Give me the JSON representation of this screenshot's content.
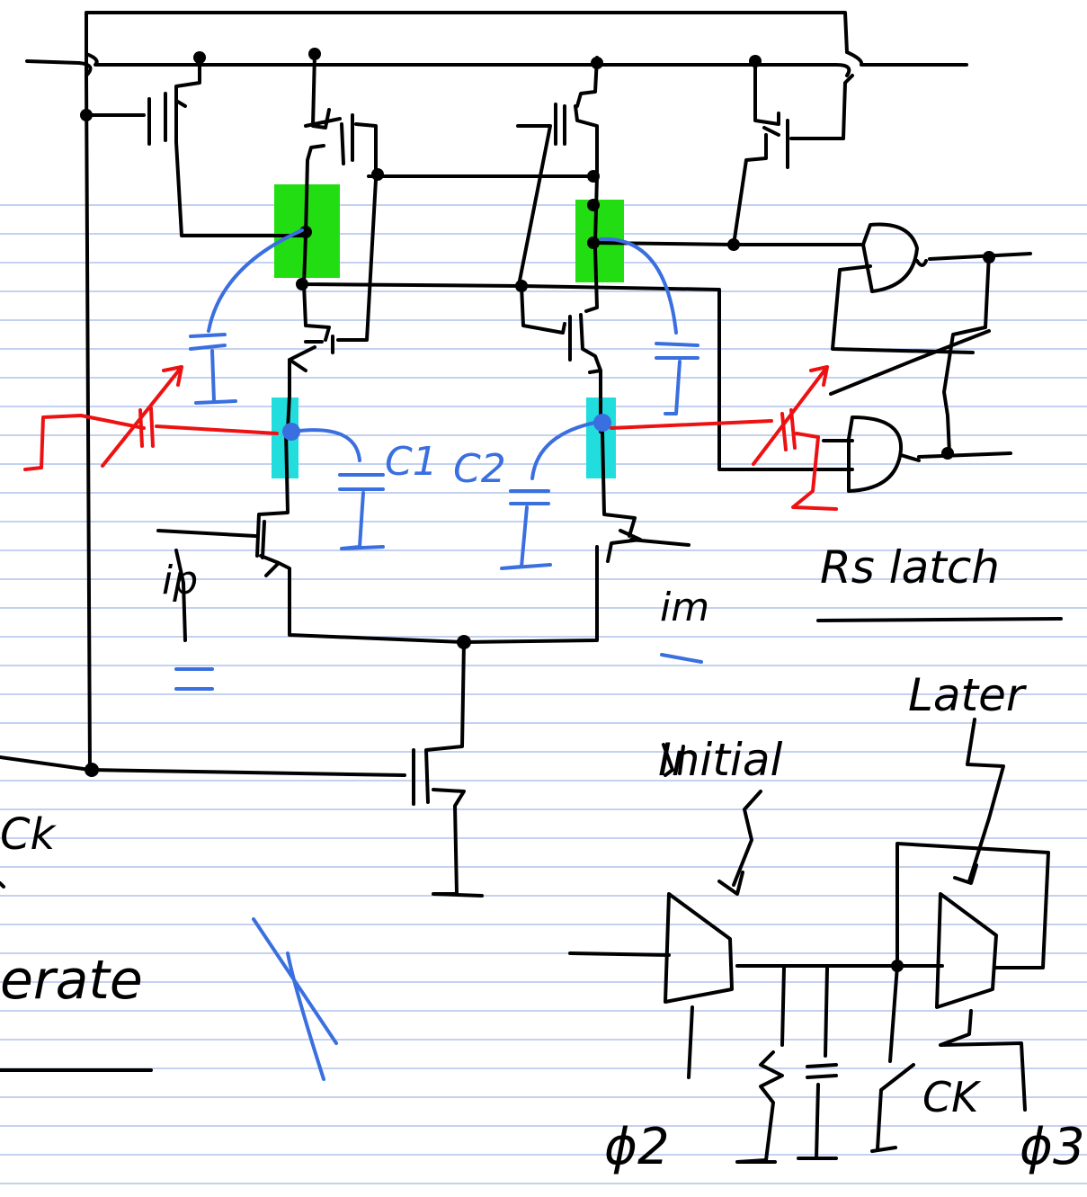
{
  "labels": {
    "c1": "C1",
    "c2": "C2",
    "ip": "ip",
    "im": "im",
    "rs_latch": "Rs latch",
    "later": "Later",
    "initial": "Initial",
    "ck_left": "Ck",
    "ck_right": "CK",
    "phi2": "ϕ2",
    "phi3": "ϕ3",
    "erate": "erate"
  },
  "colors": {
    "ink": "#000000",
    "blue": "#3a6fe0",
    "red": "#ee1111",
    "green": "#22dd11",
    "cyan": "#22dddd",
    "ruled_line": "#9fb6e8"
  }
}
